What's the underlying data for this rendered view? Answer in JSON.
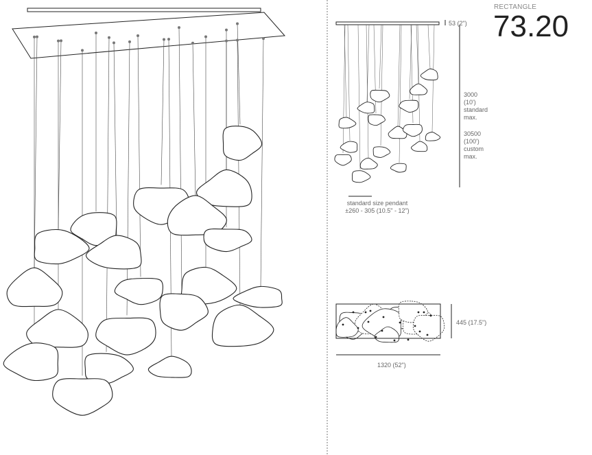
{
  "header": {
    "label": "RECTANGLE",
    "model": "73.20"
  },
  "dimensions": {
    "canopy_height": "53 (2\")",
    "standard_drop": [
      "3000",
      "(10')",
      "standard",
      "max."
    ],
    "custom_drop": [
      "30500",
      "(100')",
      "custom",
      "max."
    ],
    "pendant_caption": [
      "standard size pendant",
      "±260 - 305 (10.5\" - 12\")"
    ],
    "plan_depth": "445 (17.5\")",
    "plan_width": "1320 (52\")"
  },
  "colors": {
    "line": "#222222",
    "text": "#666666"
  }
}
